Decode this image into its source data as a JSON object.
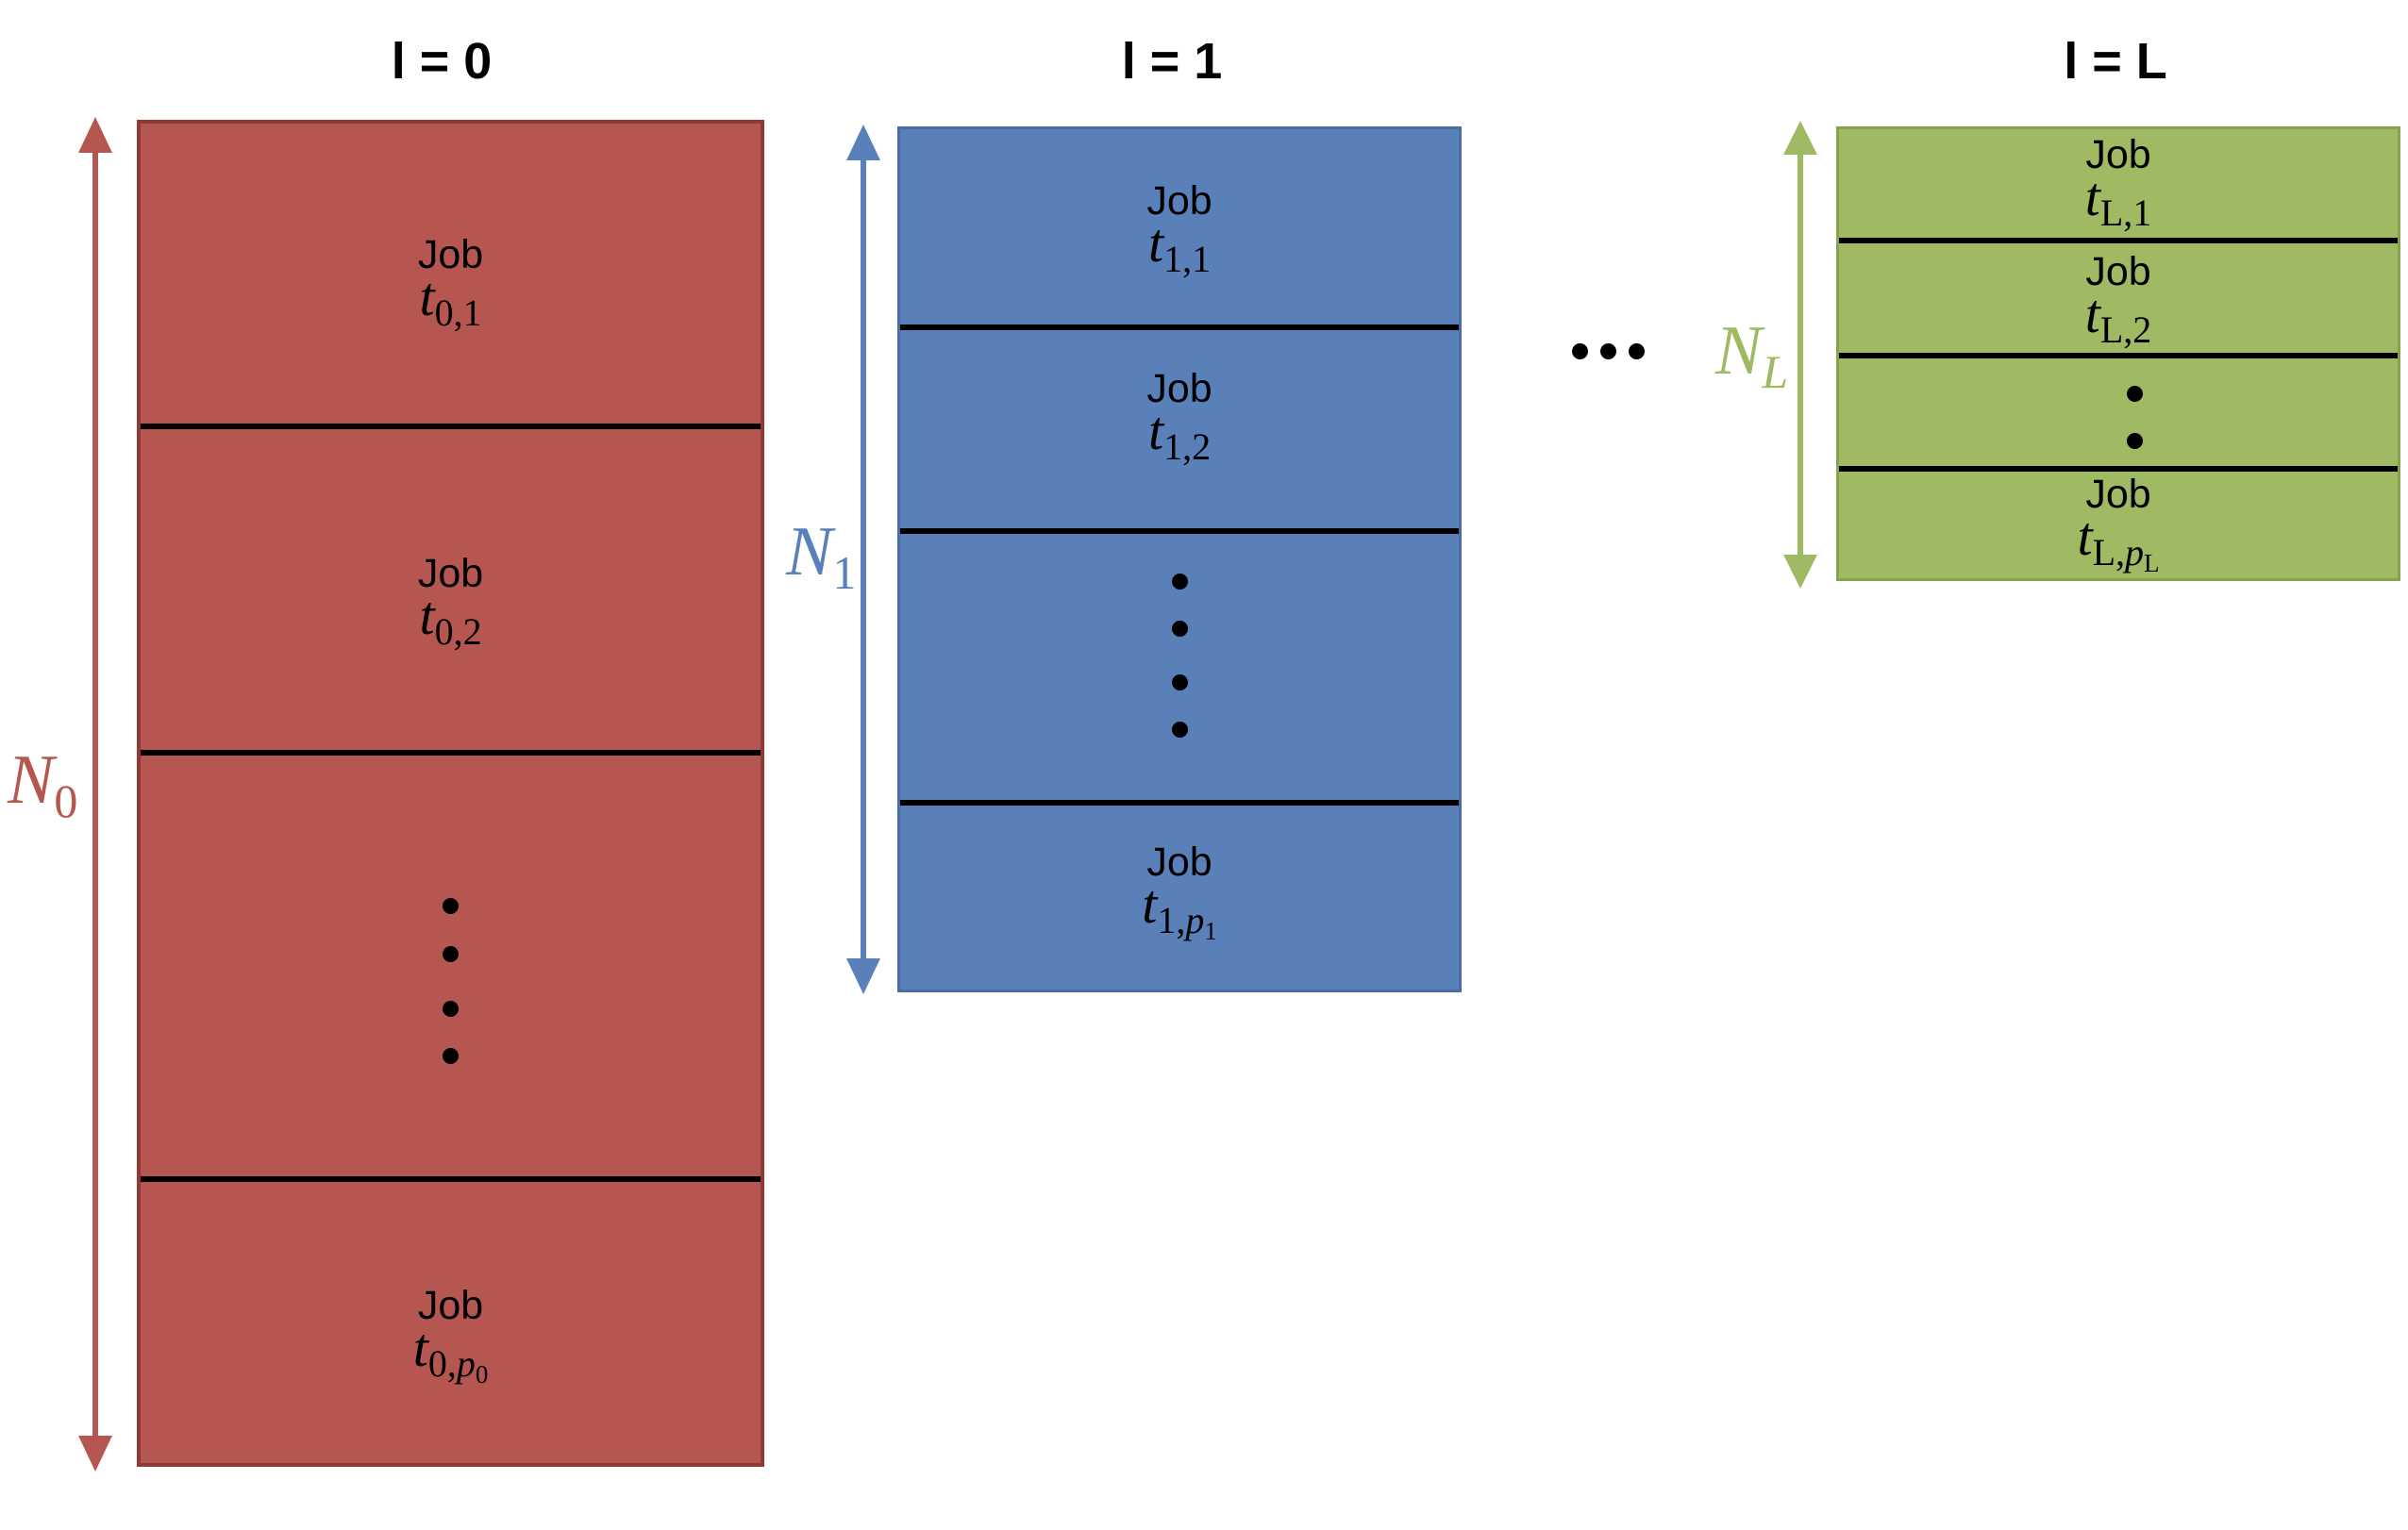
{
  "levels": [
    {
      "title": "l = 0",
      "n_label": {
        "base": "N",
        "sub": "0"
      },
      "color": "#b55750",
      "border": "#8f3a33",
      "jobs": [
        {
          "word": "Job",
          "var": "t",
          "sub": "0,1"
        },
        {
          "word": "Job",
          "var": "t",
          "sub": "0,2"
        },
        {
          "word": "Job",
          "var": "t",
          "sub": "0,",
          "subsub": "p",
          "subsubsub": "0"
        }
      ]
    },
    {
      "title": "l = 1",
      "n_label": {
        "base": "N",
        "sub": "1"
      },
      "color": "#5a80b9",
      "border": "#4a6ea3",
      "jobs": [
        {
          "word": "Job",
          "var": "t",
          "sub": "1,1"
        },
        {
          "word": "Job",
          "var": "t",
          "sub": "1,2"
        },
        {
          "word": "Job",
          "var": "t",
          "sub": "1,",
          "subsub": "p",
          "subsubsub": "1"
        }
      ]
    },
    {
      "title": "l = L",
      "n_label": {
        "base": "N",
        "sub": "L"
      },
      "color": "#9fba63",
      "border": "#86a34b",
      "jobs": [
        {
          "word": "Job",
          "var": "t",
          "sub": "L,1"
        },
        {
          "word": "Job",
          "var": "t",
          "sub": "L,2"
        },
        {
          "word": "Job",
          "var": "t",
          "sub": "L,",
          "subsub": "p",
          "subsubsub": "L"
        }
      ]
    }
  ],
  "ellipsis": "•••"
}
